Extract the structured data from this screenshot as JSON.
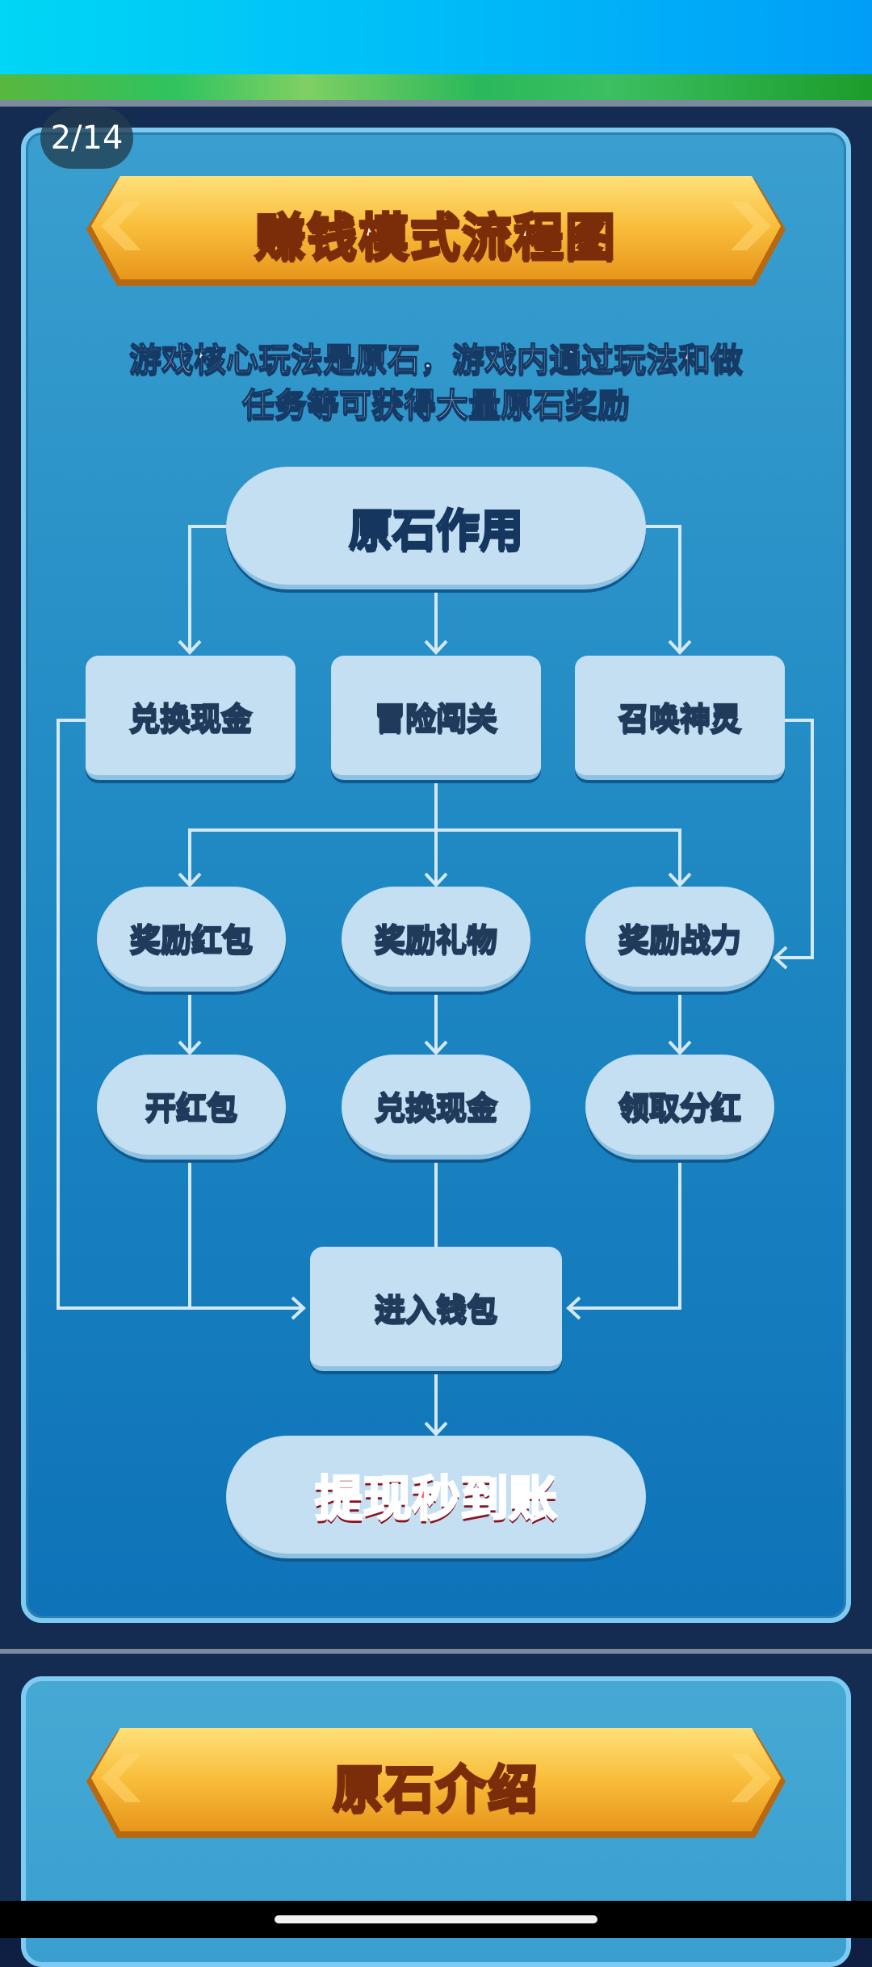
{
  "page_indicator": "2/14",
  "banner1": {
    "title": "赚钱模式流程图"
  },
  "intro": {
    "line1": "游戏核心玩法是原石，游戏内通过玩法和做",
    "line2": "任务等可获得大量原石奖励"
  },
  "flow": {
    "root": "原石作用",
    "level1": [
      "兑换现金",
      "冒险闯关",
      "召唤神灵"
    ],
    "rewards": [
      "奖励红包",
      "奖励礼物",
      "奖励战力"
    ],
    "outcomes": [
      "开红包",
      "兑换现金",
      "领取分红"
    ],
    "wallet": "进入钱包",
    "final": "提现秒到账"
  },
  "banner2": {
    "title": "原石介绍"
  },
  "colors": {
    "panel": "#1c86c2",
    "node": "#c3dff1",
    "banner_gold": "#f6b431",
    "final_text": "#ff4b5c",
    "root_text": "#58c6ff"
  }
}
